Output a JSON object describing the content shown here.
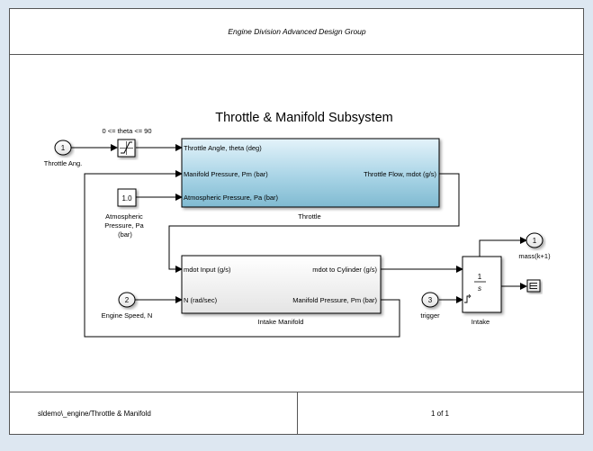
{
  "frame": {
    "header": "Engine Division Advanced Design Group",
    "footer_path": "sldemo\\_engine/Throttle & Manifold",
    "footer_page": "1 of 1"
  },
  "diagram": {
    "title": "Throttle & Manifold Subsystem",
    "ports": {
      "in1": {
        "number": "1",
        "label": "Throttle Ang."
      },
      "in2": {
        "number": "2",
        "label": "Engine Speed, N"
      },
      "in3": {
        "number": "3",
        "label": "trigger"
      },
      "out1": {
        "number": "1",
        "label": "mass(k+1)"
      }
    },
    "saturation": {
      "label": "0 <= theta <= 90"
    },
    "constant": {
      "value": "1.0",
      "label_lines": [
        "Atmospheric",
        "Pressure, Pa",
        "(bar)"
      ]
    },
    "throttle": {
      "name": "Throttle",
      "inputs": [
        "Throttle Angle, theta (deg)",
        "Manifold Pressure, Pm (bar)",
        "Atmospheric Pressure, Pa (bar)"
      ],
      "output": "Throttle  Flow, mdot  (g/s)"
    },
    "manifold": {
      "name": "Intake Manifold",
      "inputs": [
        "mdot Input  (g/s)",
        "N (rad/sec)"
      ],
      "outputs": [
        "mdot to  Cylinder  (g/s)",
        "Manifold Pressure, Pm (bar)"
      ]
    },
    "intake": {
      "name": "Intake",
      "tf_num": "1",
      "tf_den": "s"
    }
  }
}
